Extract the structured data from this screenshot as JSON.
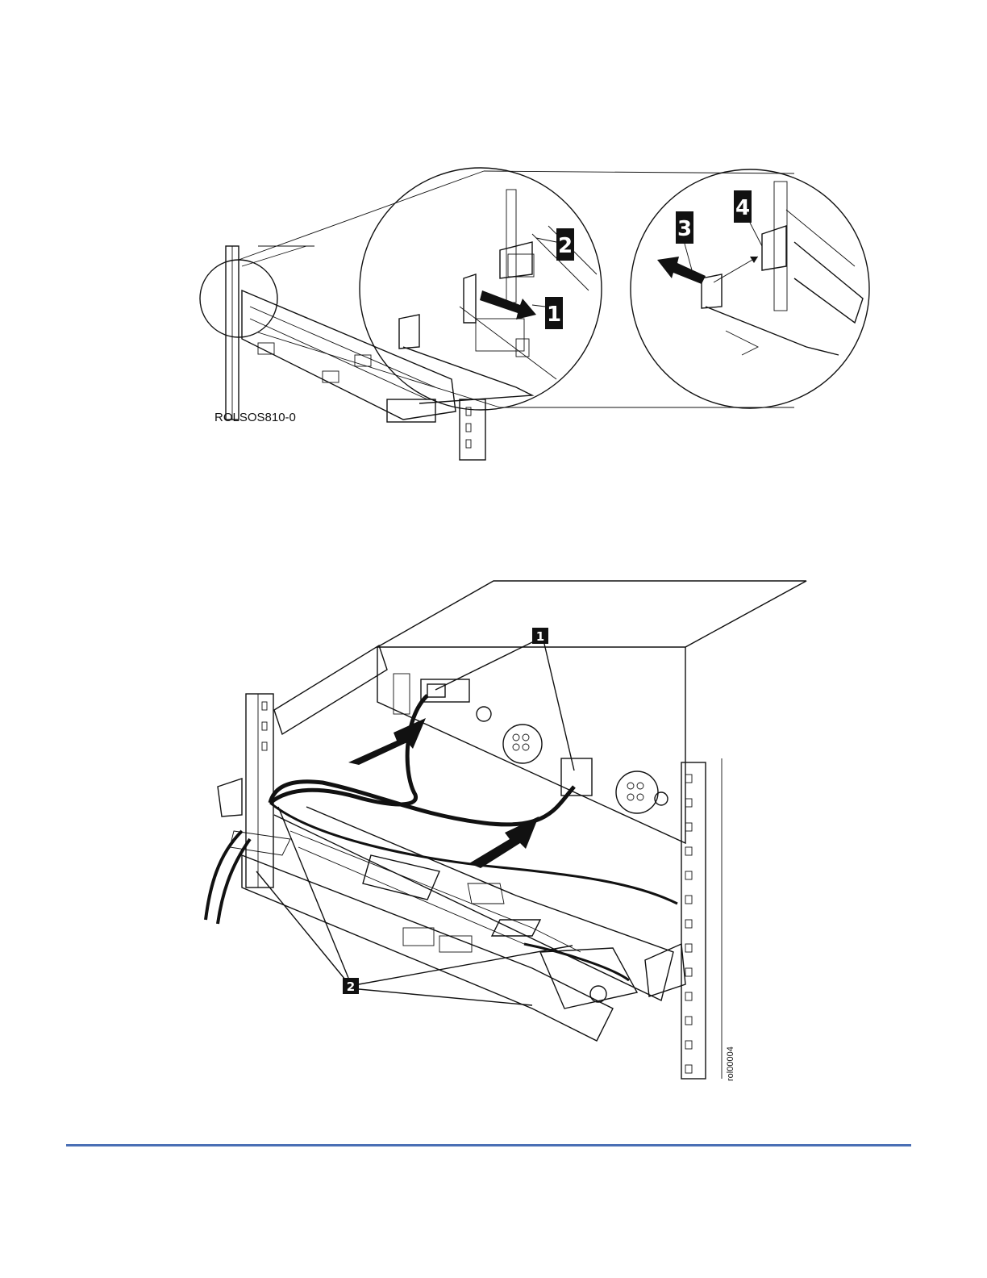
{
  "figure1": {
    "id_label": "ROLSOS810-0",
    "callouts": [
      "1",
      "2",
      "3",
      "4"
    ]
  },
  "figure2": {
    "id_label": "rol00004",
    "callouts": [
      "1",
      "2"
    ]
  },
  "footer": {
    "rule_color": "#4a6fb5"
  }
}
